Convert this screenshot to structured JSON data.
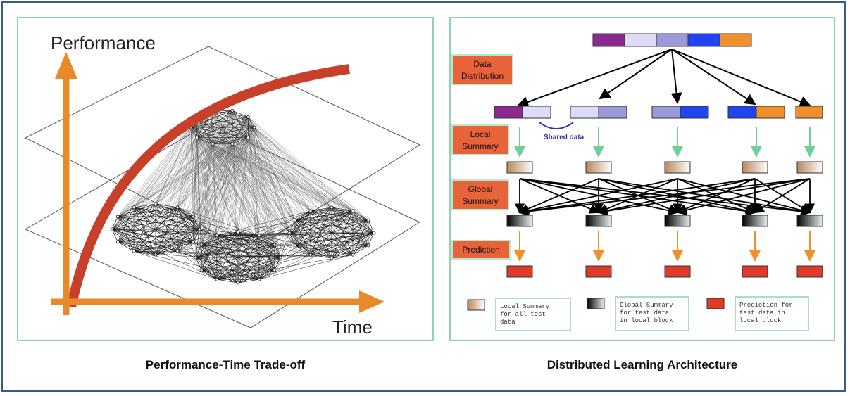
{
  "left": {
    "caption": "Performance-Time Trade-off",
    "y_axis_label": "Performance",
    "x_axis_label": "Time"
  },
  "right": {
    "caption": "Distributed Learning Architecture",
    "stage_labels": {
      "data_distribution": [
        "Data",
        "Distribution"
      ],
      "local_summary": [
        "Local",
        "Summary"
      ],
      "global_summary": [
        "Global",
        "Summary"
      ],
      "prediction": [
        "Prediction"
      ]
    },
    "shared_data_label": "Shared data",
    "legend": {
      "local": [
        "Local Summary",
        "for all test",
        "data"
      ],
      "global": [
        "Global Summary",
        "for test data",
        "in local block"
      ],
      "prediction": [
        "Prediction for",
        "test data in",
        "local block"
      ]
    }
  },
  "colors": {
    "border": "#3a5a8c",
    "panel_border": "#8fd3b0",
    "axis_orange": "#e8892a",
    "curve_red": "#c9402a",
    "stage_label_bg": "#e8623a",
    "purple": "#8b2a8e",
    "light_lavender": "#dcdcf8",
    "medium_lavender": "#9a9ad8",
    "blue": "#2244ee",
    "orange": "#f0902c",
    "prediction_red": "#e03a2a",
    "green_arrow": "#6fcf97"
  }
}
